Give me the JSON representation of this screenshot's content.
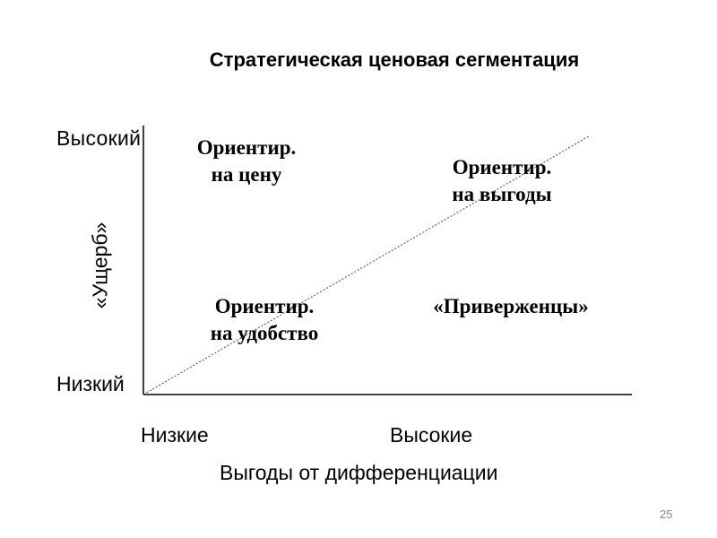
{
  "title": "Стратегическая ценовая сегментация",
  "y_axis": {
    "label": "«Ущерб»",
    "high": "Высокий",
    "low": "Низкий"
  },
  "x_axis": {
    "label": "Выгоды от дифференциации",
    "low": "Низкие",
    "high": "Высокие"
  },
  "quadrants": {
    "top_left": {
      "line1": "Ориентир.",
      "line2": "на цену"
    },
    "top_right": {
      "line1": "Ориентир.",
      "line2": "на выгоды"
    },
    "bottom_left": {
      "line1": "Ориентир.",
      "line2": "на удобство"
    },
    "bottom_right": {
      "line1": "«Приверженцы»"
    }
  },
  "page_number": "25",
  "colors": {
    "axis": "#000000",
    "diagonal": "#444444",
    "page_number": "#888888"
  }
}
